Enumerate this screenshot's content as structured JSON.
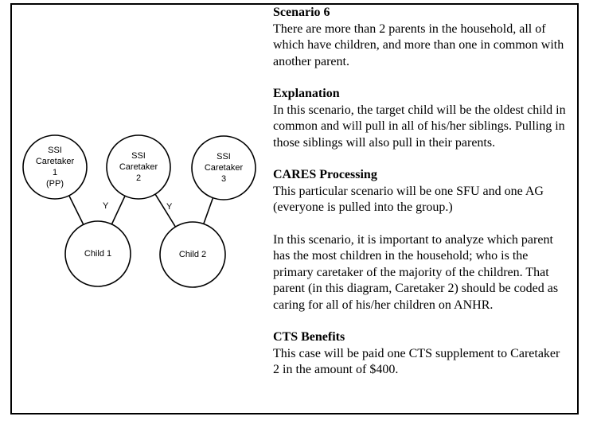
{
  "page": {
    "background_color": "#ffffff",
    "border_color": "#000000"
  },
  "diagram": {
    "nodes": [
      {
        "id": "caretaker1",
        "label": "SSI\nCaretaker\n1\n(PP)"
      },
      {
        "id": "caretaker2",
        "label": "SSI\nCaretaker\n2"
      },
      {
        "id": "caretaker3",
        "label": "SSI\nCaretaker\n3"
      },
      {
        "id": "child1",
        "label": "Child 1"
      },
      {
        "id": "child2",
        "label": "Child 2"
      }
    ],
    "edges": [
      {
        "from": "caretaker1",
        "to": "child1",
        "label": ""
      },
      {
        "from": "caretaker2",
        "to": "child1",
        "label": "Y"
      },
      {
        "from": "caretaker2",
        "to": "child2",
        "label": "Y"
      },
      {
        "from": "caretaker3",
        "to": "child2",
        "label": ""
      }
    ]
  },
  "sections": [
    {
      "heading": "Scenario 6",
      "paragraphs": [
        "There are more than 2 parents in the household, all of which have children, and more than one in common with another parent."
      ]
    },
    {
      "heading": "Explanation",
      "paragraphs": [
        "In this scenario, the target child will be the oldest child in common and will pull in all of his/her siblings. Pulling in those siblings will also pull in their parents."
      ]
    },
    {
      "heading": "CARES Processing",
      "paragraphs": [
        "This particular scenario will be one SFU and one AG (everyone is pulled into the group.)",
        "In this scenario, it is important to analyze which parent has the most children in the household; who is the primary caretaker of the majority of the children. That parent (in this diagram, Caretaker 2) should be coded as caring for all of his/her children on ANHR."
      ]
    },
    {
      "heading": "CTS Benefits",
      "paragraphs": [
        "This case will be paid one CTS supplement to Caretaker 2 in the amount of $400."
      ]
    }
  ]
}
